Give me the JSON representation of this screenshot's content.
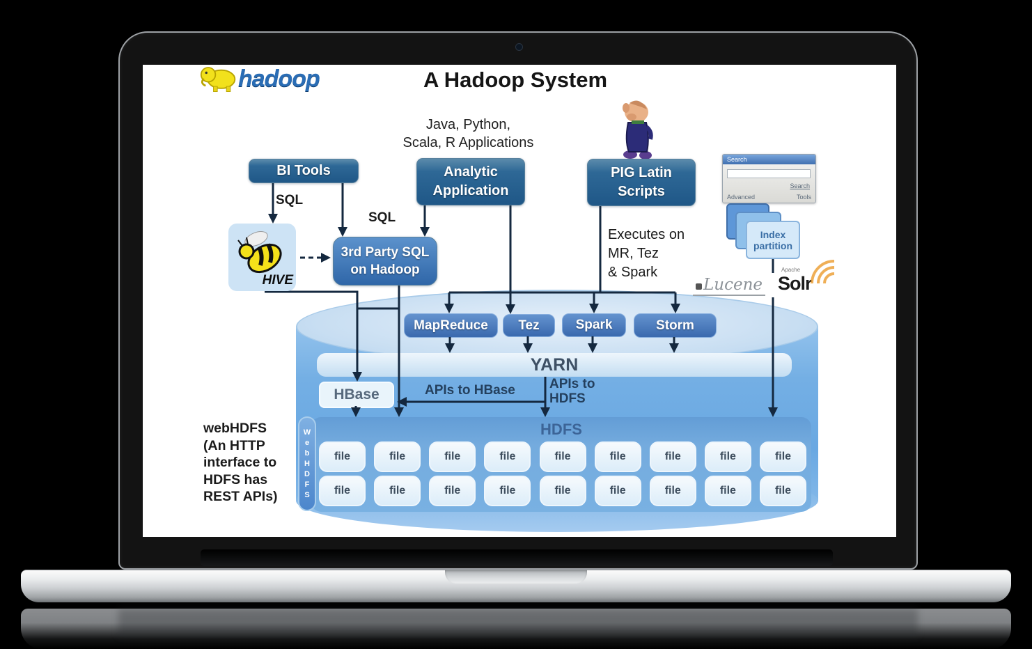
{
  "diagram": {
    "title": "A Hadoop System",
    "hadoop_logo": {
      "text": "hadoop"
    },
    "apps_note": {
      "line1": "Java, Python,",
      "line2": "Scala, R Applications"
    },
    "boxes": {
      "bi_tools": "BI Tools",
      "analytic": {
        "line1": "Analytic",
        "line2": "Application"
      },
      "pig_latin": {
        "line1": "PIG Latin",
        "line2": "Scripts"
      },
      "third_party": {
        "line1": "3rd Party SQL",
        "line2": "on Hadoop"
      }
    },
    "sql_labels": {
      "left": "SQL",
      "mid": "SQL"
    },
    "executes_on": {
      "line1": "Executes on",
      "line2": "MR, Tez",
      "line3": "& Spark"
    },
    "search_window": {
      "title": "Search",
      "button": "Search",
      "advanced": "Advanced",
      "tools": "Tools"
    },
    "index_partition": {
      "line1": "Index",
      "line2": "partition"
    },
    "logos": {
      "hive": "HIVE",
      "lucene": "Lucene",
      "solr": "Solr",
      "solr_small": "Apache"
    },
    "engines": [
      "MapReduce",
      "Tez",
      "Spark",
      "Storm"
    ],
    "yarn": "YARN",
    "hbase": "HBase",
    "api_labels": {
      "hbase": "APIs to HBase",
      "hdfs_line1": "APIs to",
      "hdfs_line2": "HDFS"
    },
    "hdfs": {
      "title": "HDFS",
      "file_label": "file",
      "rows": 2,
      "cols": 9
    },
    "webhdfs_vertical": "WebHDFS",
    "webhdfs_note": {
      "line1": "webHDFS",
      "line2": "(An HTTP",
      "line3": "interface to",
      "line4": "HDFS has",
      "line5": "REST APIs)"
    },
    "colors": {
      "dark_box": "#2b6390",
      "engine_box": "#4373b6",
      "cylinder_body": "#74afe4",
      "arrow": "#14283f",
      "accent_light": "#cde4f6"
    }
  }
}
